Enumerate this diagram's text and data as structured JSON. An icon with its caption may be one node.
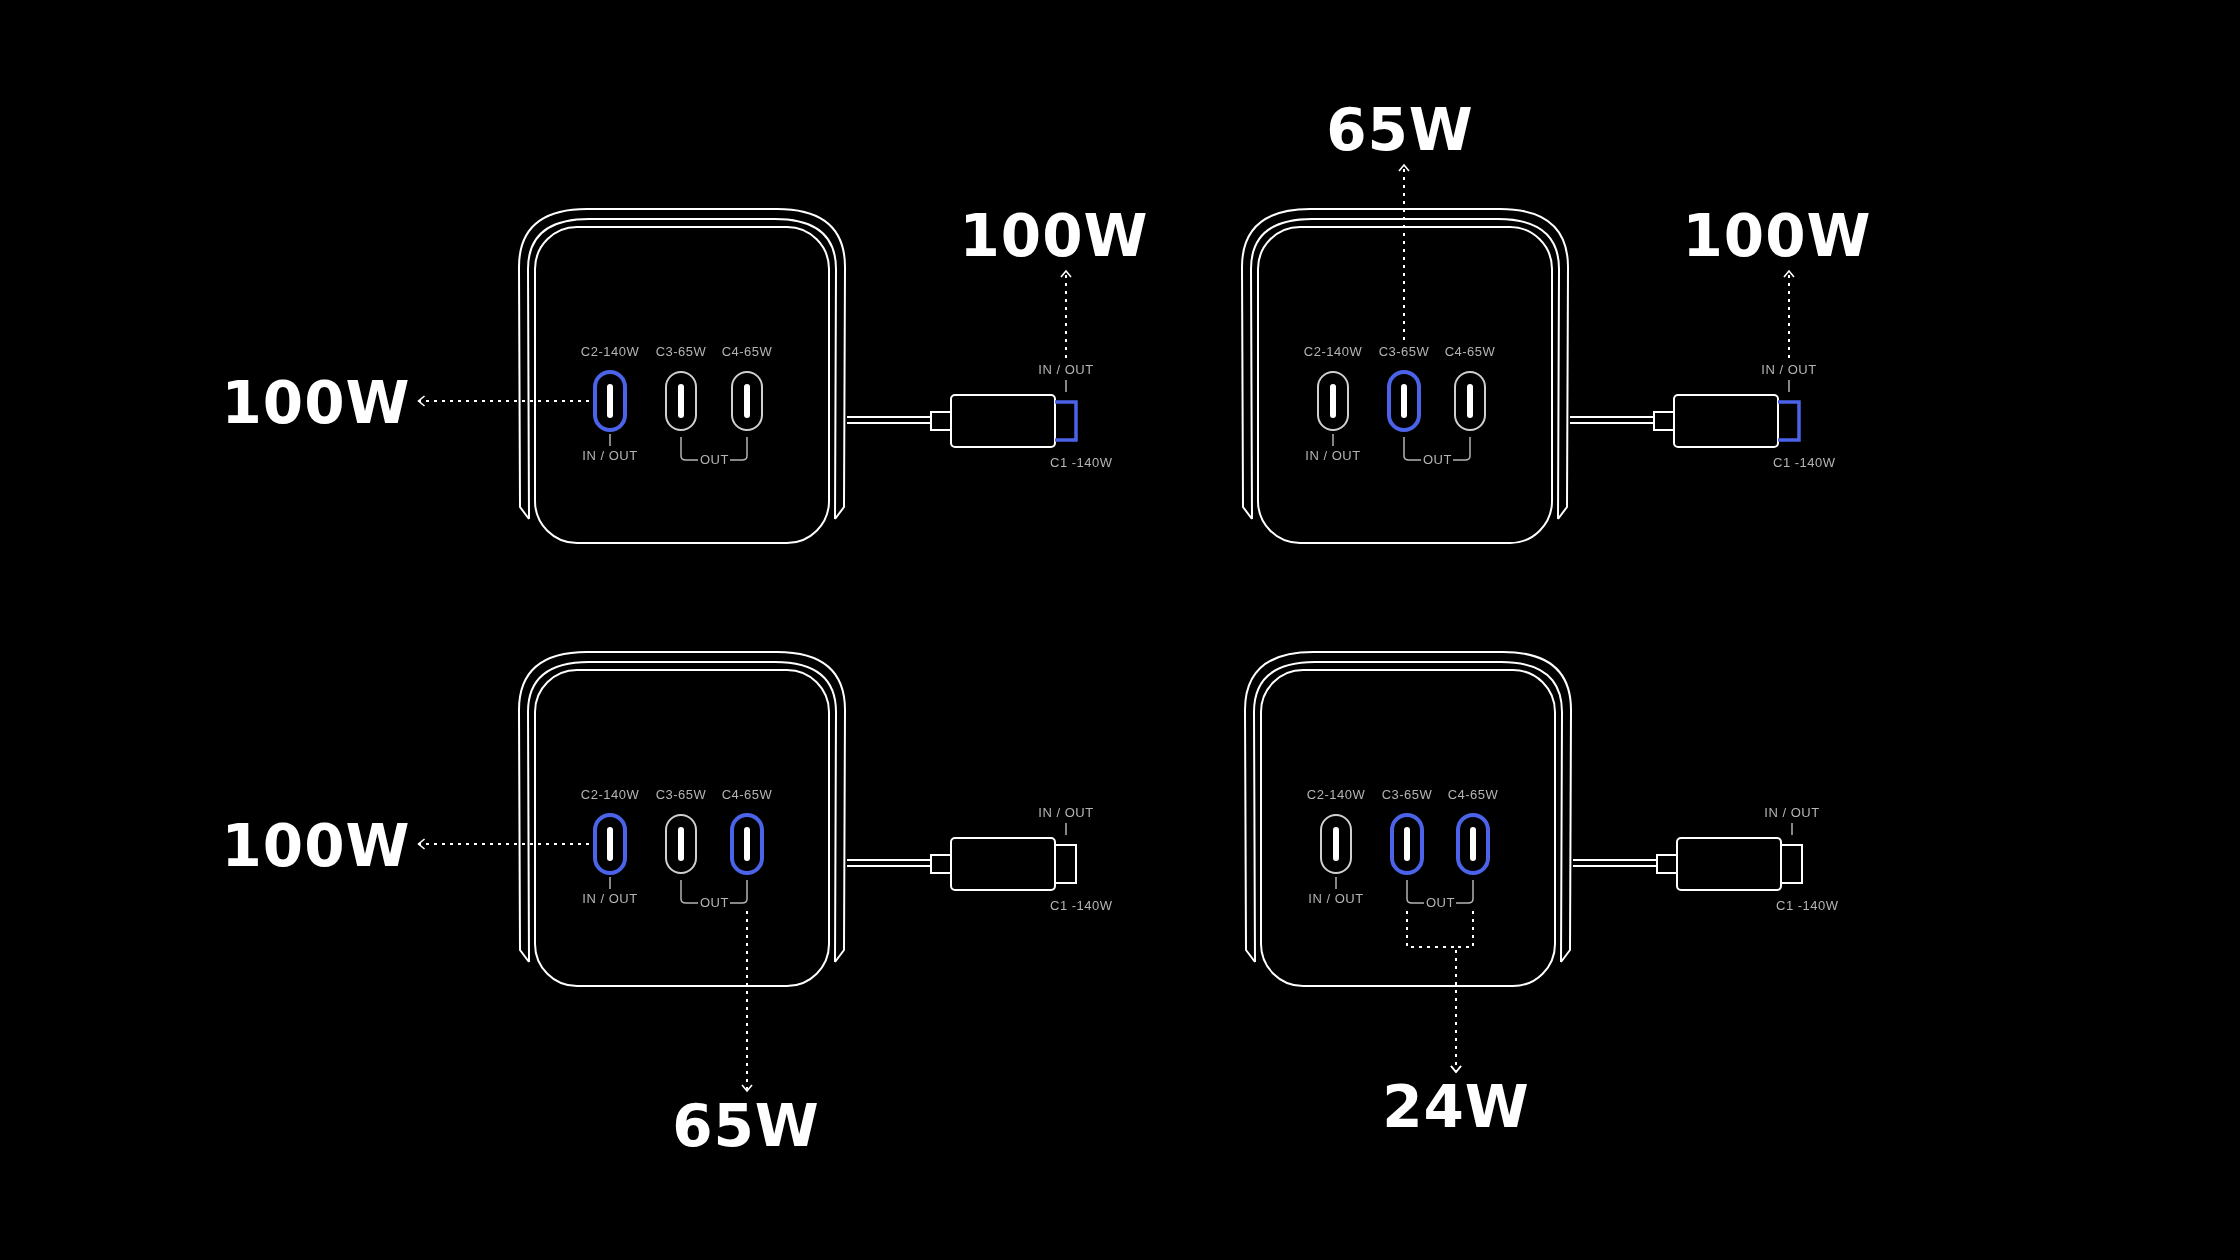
{
  "diagram": {
    "nodes": [
      {
        "text": [],
        "shape": "box"
      },
      {
        "text": [
          "C2-140W"
        ],
        "beside": [
          "IN / OUT"
        ],
        "in": 0
      },
      {
        "text": [
          "C3-65W"
        ],
        "in": 0
      },
      {
        "text": [
          "C4-65W"
        ],
        "in": 0
      },
      {
        "text": [
          "IN / OUT",
          "C1 -140W"
        ]
      },
      {
        "text": [
          "100W"
        ]
      },
      {
        "text": [
          "100W"
        ]
      },
      {
        "text": [],
        "shape": "box"
      },
      {
        "text": [
          "C2-140W"
        ],
        "beside": [
          "IN / OUT"
        ],
        "in": 7
      },
      {
        "text": [
          "C3-65W"
        ],
        "in": 7
      },
      {
        "text": [
          "C4-65W"
        ],
        "in": 7
      },
      {
        "text": [
          "IN / OUT",
          "C1 -140W"
        ]
      },
      {
        "text": [
          "65W"
        ]
      },
      {
        "text": [
          "100W"
        ]
      },
      {
        "text": [],
        "shape": "box"
      },
      {
        "text": [
          "C2-140W"
        ],
        "beside": [
          "IN / OUT"
        ],
        "in": 14
      },
      {
        "text": [
          "C3-65W"
        ],
        "in": 14
      },
      {
        "text": [
          "C4-65W"
        ],
        "in": 14
      },
      {
        "text": [
          "IN / OUT",
          "C1 -140W"
        ]
      },
      {
        "text": [
          "100W"
        ]
      },
      {
        "text": [
          "65W"
        ]
      },
      {
        "text": [],
        "shape": "box"
      },
      {
        "text": [
          "C2-140W"
        ],
        "beside": [
          "IN / OUT"
        ],
        "in": 21
      },
      {
        "text": [
          "C3-65W"
        ],
        "in": 21
      },
      {
        "text": [
          "C4-65W"
        ],
        "in": 21
      },
      {
        "text": [
          "IN / OUT",
          "C1 -140W"
        ]
      },
      {
        "text": [
          "24W"
        ]
      }
    ],
    "edges": [
      {
        "from": 0,
        "to": 4,
        "arrow": "none"
      },
      {
        "from": 1,
        "to": 5,
        "arrow": "to",
        "style": "dashed"
      },
      {
        "from": 4,
        "to": 6,
        "arrow": "to",
        "style": "dashed"
      },
      {
        "from": 7,
        "to": 11,
        "arrow": "none"
      },
      {
        "from": 9,
        "to": 12,
        "arrow": "to",
        "style": "dashed"
      },
      {
        "from": 11,
        "to": 13,
        "arrow": "to",
        "style": "dashed"
      },
      {
        "from": 14,
        "to": 18,
        "arrow": "none"
      },
      {
        "from": 15,
        "to": 19,
        "arrow": "to",
        "style": "dashed"
      },
      {
        "from": 17,
        "to": 20,
        "arrow": "to",
        "style": "dashed"
      },
      {
        "from": 21,
        "to": 25,
        "arrow": "none"
      },
      {
        "from": 23,
        "to": 26,
        "arrow": "to",
        "style": "dashed"
      },
      {
        "from": 24,
        "to": 26,
        "arrow": "to",
        "style": "dashed"
      }
    ],
    "labels": [
      "OUT",
      "OUT",
      "OUT",
      "OUT"
    ]
  }
}
